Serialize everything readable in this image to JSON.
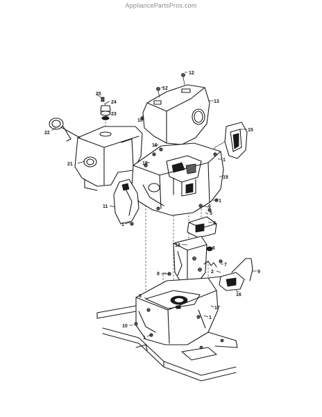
{
  "watermark": "AppliancePartsPros.com",
  "callouts": {
    "c1": "1",
    "c2": "2",
    "c3": "3",
    "c4": "4",
    "c5": "5",
    "c6": "6",
    "c7": "7",
    "c8": "8",
    "c9": "9",
    "c10": "10",
    "c11": "11",
    "c12": "12",
    "c13": "13",
    "c15": "15",
    "c16": "16",
    "c17": "17",
    "c18": "18",
    "c19": "19",
    "c21": "21",
    "c22": "22",
    "c23": "23",
    "c24": "24",
    "c25": "25"
  }
}
